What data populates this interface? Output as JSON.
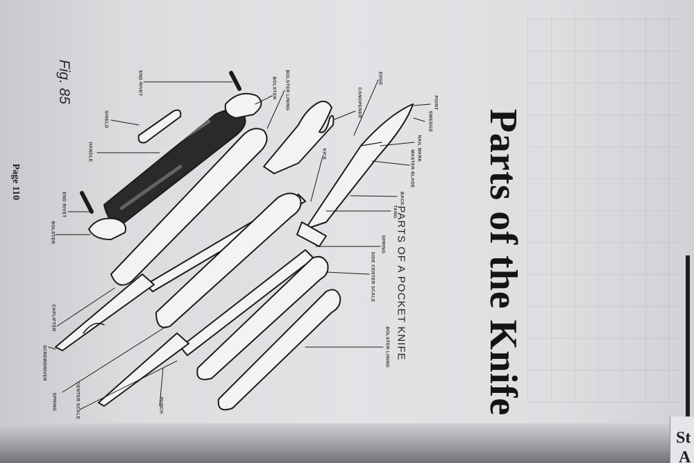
{
  "title": "Parts of the Knife",
  "diagram_heading": "PARTS OF A POCKET KNIFE",
  "figure_label": "Fig. 85",
  "page_label": "Page 110",
  "next_page_text": [
    "St",
    "A"
  ],
  "labels": {
    "point": "POINT",
    "swedge": "SWEDGE",
    "nail_mark": "NAIL MARK",
    "master_blade": "MASTER BLADE",
    "back": "BACK",
    "tang": "TANG",
    "edge": "EDGE",
    "can_opener": "CANOPENER",
    "kick": "KICK",
    "spring": "SPRING",
    "side_center_scale": "SIDE CENTER SCALE",
    "bolster_lining_right": "BOLSTER LINING",
    "bolster_lining_top": "BOLSTER LINING",
    "bolster_top": "BOLSTER",
    "end_rivet_top": "END RIVET",
    "shield": "SHIELD",
    "handle": "HANDLE",
    "end_rivet_bottom": "END RIVET",
    "bolster_bottom": "BOLSTER",
    "caplifter": "CAPLIFTER",
    "screwdriver": "SCREWDRIVER",
    "spring_bottom": "SPRING",
    "center_scale": "CENTER SCALE",
    "punch": "PUNCH"
  }
}
